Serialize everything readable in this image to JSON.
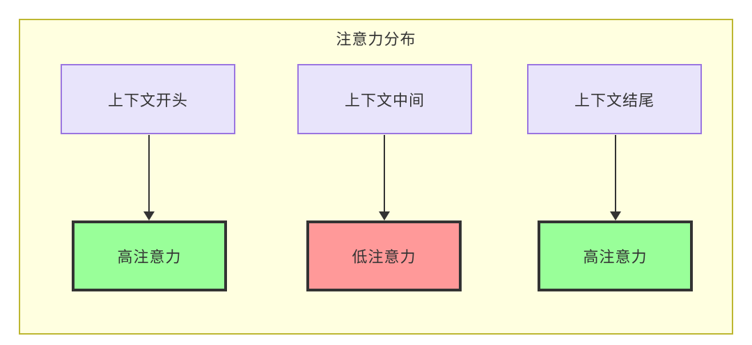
{
  "diagram": {
    "title": "注意力分布",
    "background": "#ffffff",
    "container": {
      "fill": "#ffffe0",
      "stroke": "#bdb731"
    },
    "top_nodes": [
      {
        "id": "context-start",
        "label": "上下文开头",
        "fill": "#e8e4fb",
        "stroke": "#9a75e0"
      },
      {
        "id": "context-middle",
        "label": "上下文中间",
        "fill": "#e8e4fb",
        "stroke": "#9a75e0"
      },
      {
        "id": "context-end",
        "label": "上下文结尾",
        "fill": "#e8e4fb",
        "stroke": "#9a75e0"
      }
    ],
    "bottom_nodes": [
      {
        "id": "high-attention-start",
        "label": "高注意力",
        "fill": "#99ff99",
        "stroke": "#333333"
      },
      {
        "id": "low-attention-middle",
        "label": "低注意力",
        "fill": "#ff9999",
        "stroke": "#333333"
      },
      {
        "id": "high-attention-end",
        "label": "高注意力",
        "fill": "#99ff99",
        "stroke": "#333333"
      }
    ],
    "edges": [
      {
        "from": "context-start",
        "to": "high-attention-start",
        "label": "",
        "style": "solid-arrow"
      },
      {
        "from": "context-middle",
        "to": "low-attention-middle",
        "label": "",
        "style": "solid-arrow"
      },
      {
        "from": "context-end",
        "to": "high-attention-end",
        "label": "",
        "style": "solid-arrow"
      }
    ]
  }
}
